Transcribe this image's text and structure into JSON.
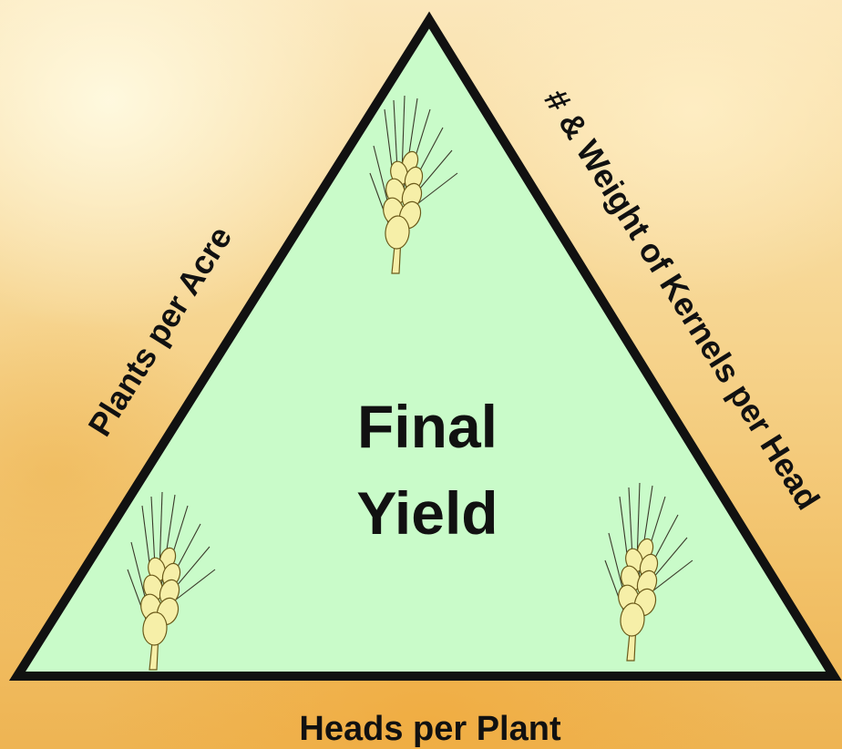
{
  "diagram": {
    "center_title_line1": "Final",
    "center_title_line2": "Yield",
    "left_side_label": "Plants per Acre",
    "right_side_label": "# & Weight of Kernels per Head",
    "bottom_side_label": "Heads per Plant"
  },
  "colors": {
    "triangle_fill": "#c9fbc9",
    "triangle_stroke": "#111111",
    "wheat_fill": "#f6efa8",
    "wheat_stroke": "#6b5a1a"
  },
  "icons": [
    "wheat-icon",
    "wheat-icon",
    "wheat-icon"
  ]
}
